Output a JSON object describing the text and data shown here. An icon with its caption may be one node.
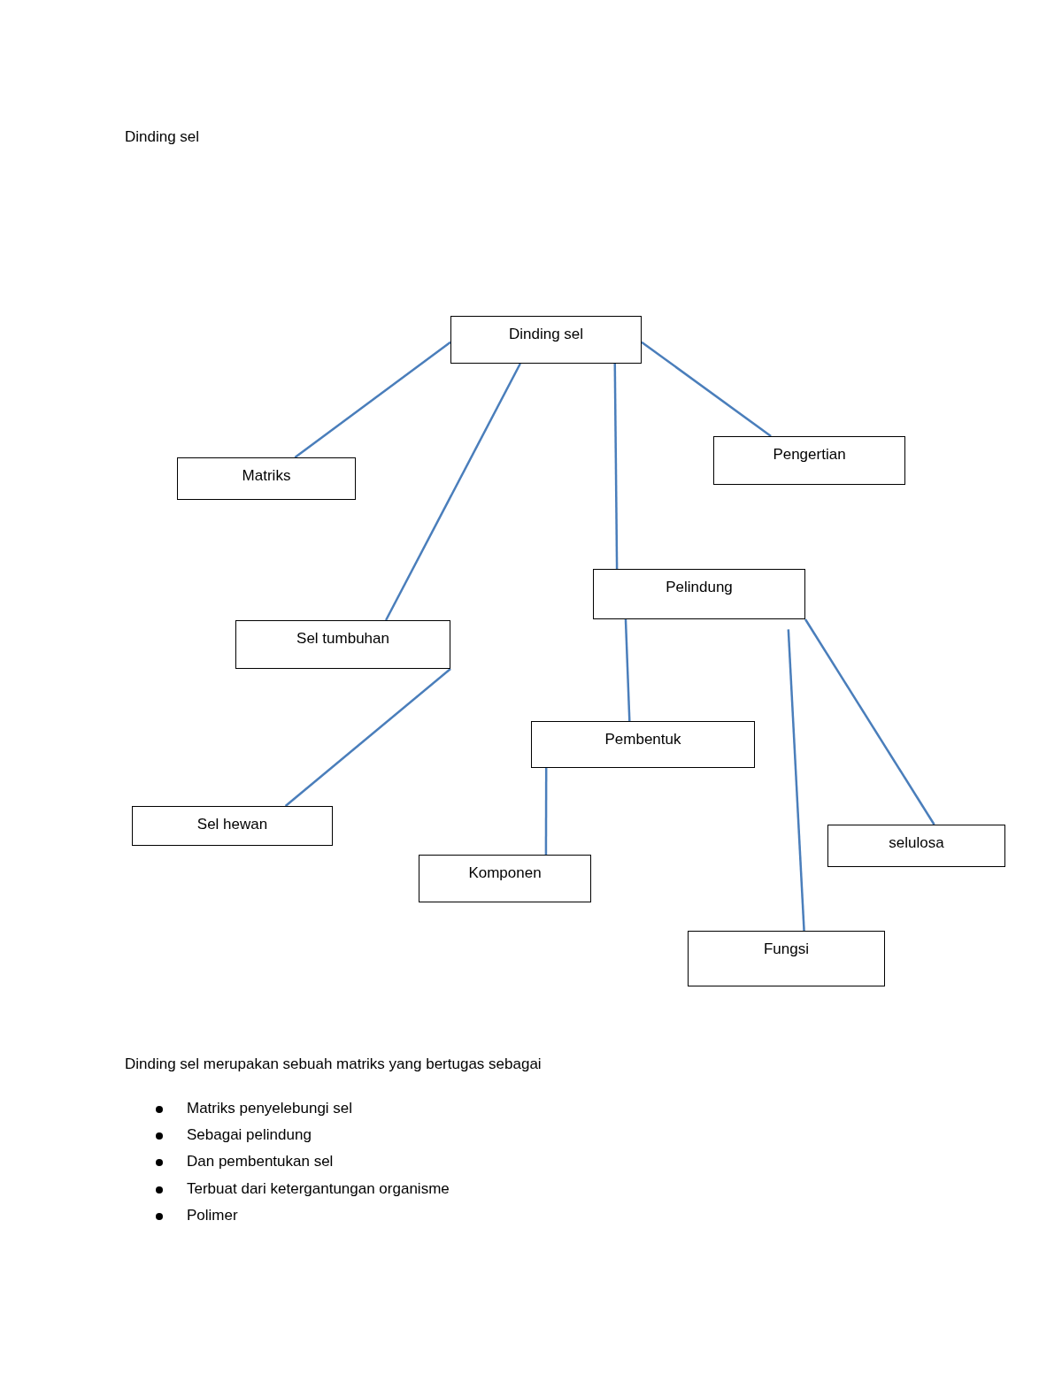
{
  "diagram": {
    "title": "Dinding sel",
    "nodes": [
      {
        "text": [
          "Dinding sel"
        ]
      },
      {
        "text": [
          "Matriks"
        ]
      },
      {
        "text": [
          "Pengertian"
        ]
      },
      {
        "text": [
          "Sel tumbuhan"
        ]
      },
      {
        "text": [
          "Pelindung"
        ]
      },
      {
        "text": [
          "Pembentuk"
        ]
      },
      {
        "text": [
          "Sel hewan"
        ]
      },
      {
        "text": [
          "selulosa"
        ]
      },
      {
        "text": [
          "Komponen"
        ]
      },
      {
        "text": [
          "Fungsi"
        ]
      }
    ],
    "edges": [
      {
        "from": 0,
        "to": 1,
        "arrow": "none"
      },
      {
        "from": 0,
        "to": 2,
        "arrow": "none"
      },
      {
        "from": 0,
        "to": 3,
        "arrow": "none"
      },
      {
        "from": 0,
        "to": 4,
        "arrow": "none"
      },
      {
        "from": 3,
        "to": 6,
        "arrow": "none"
      },
      {
        "from": 4,
        "to": 5,
        "arrow": "none"
      },
      {
        "from": 4,
        "to": 9,
        "arrow": "none"
      },
      {
        "from": 4,
        "to": 7,
        "arrow": "none"
      },
      {
        "from": 5,
        "to": 8,
        "arrow": "none"
      }
    ],
    "labels": [
      "Dinding sel merupakan sebuah matriks yang bertugas sebagai",
      "Matriks penyelebungi sel",
      "Sebagai pelindung",
      "Dan pembentukan sel",
      "Terbuat dari ketergantungan organisme",
      "Polimer"
    ]
  }
}
